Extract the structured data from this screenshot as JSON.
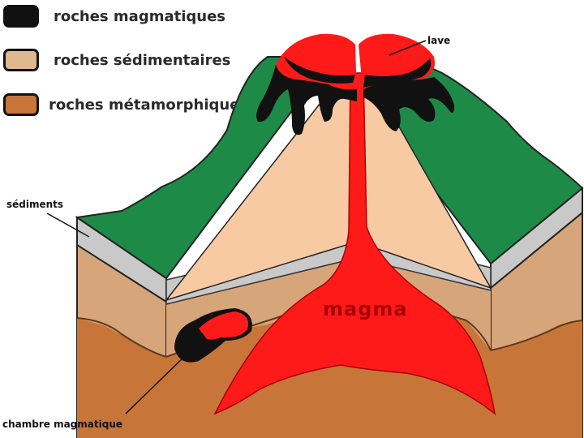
{
  "legend": [
    {
      "label": "roches magmatiques",
      "color": "#111111"
    },
    {
      "label": "roches sédimentaires",
      "color": "#e0b88f"
    },
    {
      "label": "roches métamorphiques",
      "color": "#c8753a"
    }
  ],
  "labels": {
    "lave": "lave",
    "sediments": "sédiments",
    "magma": "magma",
    "chambre": "chambre magmatique"
  },
  "colors": {
    "vegetation": "#1e8a47",
    "sediment_layer": "#c9c9c9",
    "sedimentary": "#d7a57a",
    "sedimentary_light": "#f7caa3",
    "metamorphic": "#c8753a",
    "magma": "#ff1a1a",
    "magmatic": "#111111"
  }
}
